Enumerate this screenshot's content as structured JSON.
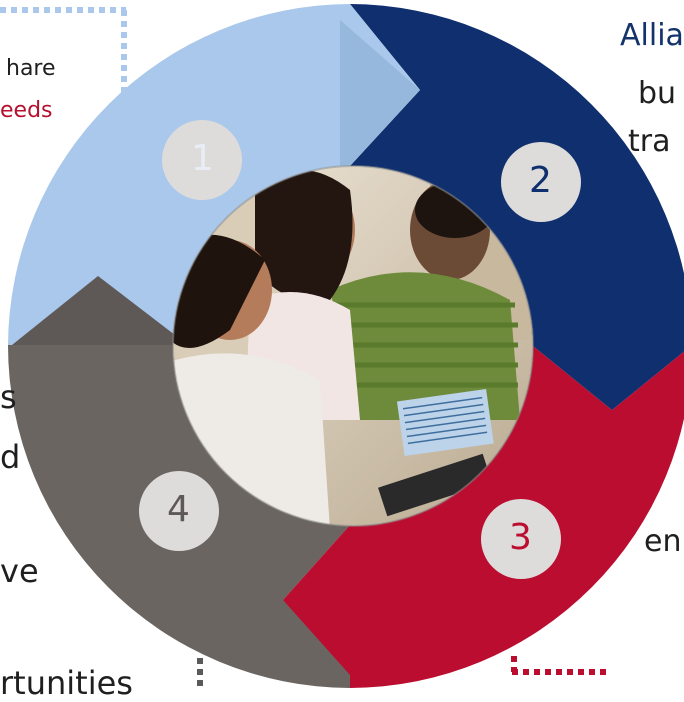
{
  "colors": {
    "step1": "#a9c8eb",
    "step2": "#0f2f6e",
    "step3": "#bb0d30",
    "step4": "#6b6562",
    "badge": "#dedcdb",
    "dots_blue": "#a9c8eb",
    "dots_gray": "#5a5a5a",
    "dots_red": "#bb0d30"
  },
  "steps": [
    {
      "number": "1"
    },
    {
      "number": "2"
    },
    {
      "number": "3"
    },
    {
      "number": "4"
    }
  ],
  "fragments": {
    "left_1": "hare",
    "left_2": "eeds",
    "left_3": "s",
    "left_4": "d",
    "left_5": "ve",
    "bottom_left": "rtunities",
    "right_1": "Allia",
    "right_2": "bu",
    "right_3": "tra",
    "right_4": "en"
  },
  "photo": {
    "icon": "photo-of-three-people-at-desk"
  }
}
